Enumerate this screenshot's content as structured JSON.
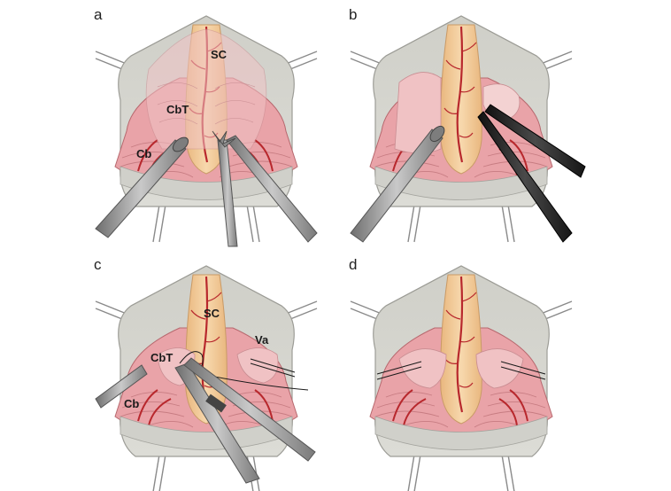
{
  "figure": {
    "panels": [
      {
        "letter": "a",
        "labels": {
          "sc": "SC",
          "cbt": "CbT",
          "cb": "Cb"
        }
      },
      {
        "letter": "b",
        "labels": {}
      },
      {
        "letter": "c",
        "labels": {
          "sc": "SC",
          "cbt": "CbT",
          "cb": "Cb",
          "va": "Va"
        }
      },
      {
        "letter": "d",
        "labels": {}
      }
    ]
  },
  "colors": {
    "background": "#ffffff",
    "drape": "#d6d6d0",
    "tissue_pink": "#e9a3a8",
    "tissue_light": "#f0c2c4",
    "cord": "#f2c998",
    "vessel": "#b8282d",
    "instrument_grey": "#9a9a9a",
    "instrument_dark": "#2a2a2a"
  }
}
